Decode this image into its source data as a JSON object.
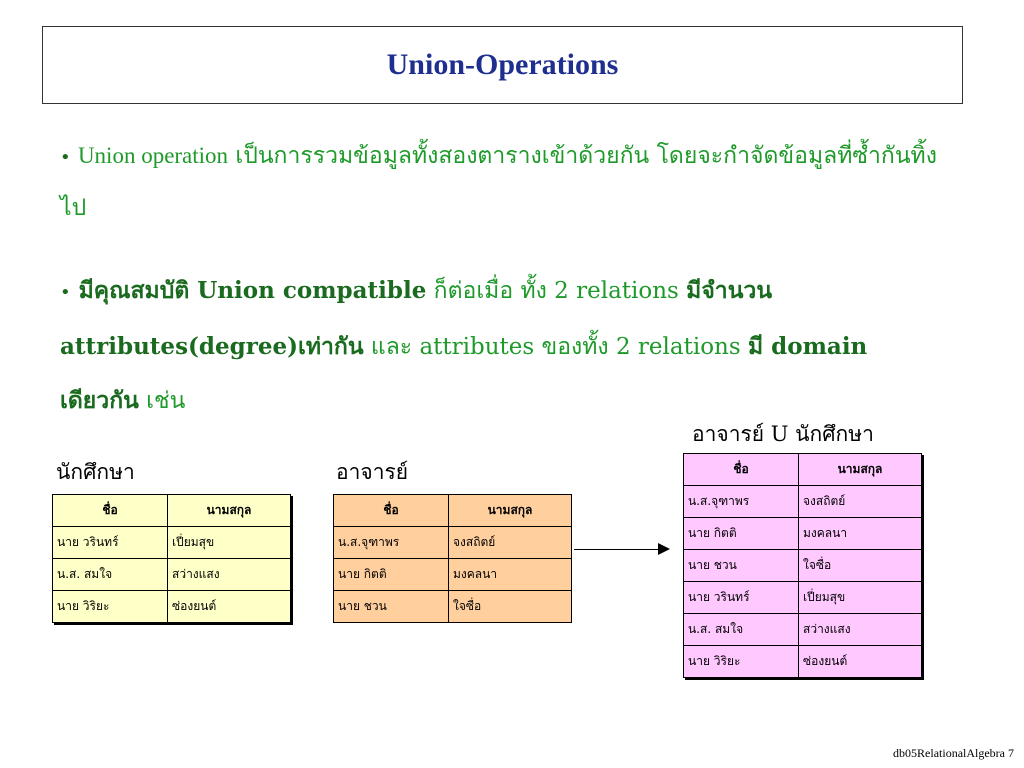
{
  "title": "Union-Operations",
  "para1": {
    "bullet": "•",
    "en": "Union operation",
    "th": " เป็นการรวมข้อมูลทั้งสองตารางเข้าด้วยกัน โดยจะกำจัดข้อมูลที่ซ้ำกันทิ้งไป"
  },
  "para2": {
    "bullet": "•",
    "p1": " มีคุณสมบัติ Union compatible",
    "p2": " ก็ต่อเมื่อ ทั้ง 2 relations ",
    "p3": "มีจำนวน attributes(degree)เท่ากัน",
    "p4": " และ attributes ของทั้ง 2 relations ",
    "p5": "มี domain เดียวกัน",
    "p6": " เช่น"
  },
  "students": {
    "label": "นักศึกษา",
    "headers": [
      "ชื่อ",
      "นามสกุล"
    ],
    "rows": [
      [
        "นาย วรินทร์",
        "เปี่ยมสุข"
      ],
      [
        "น.ส. สมใจ",
        "สว่างแสง"
      ],
      [
        "นาย วิริยะ",
        "ซ่องยนต์"
      ]
    ]
  },
  "teachers": {
    "label": "อาจารย์",
    "headers": [
      "ชื่อ",
      "นามสกุล"
    ],
    "rows": [
      [
        "น.ส.จุฑาพร",
        "จงสถิตย์"
      ],
      [
        "นาย กิตติ",
        "มงคลนา"
      ],
      [
        "นาย ชวน",
        "ใจซื่อ"
      ]
    ]
  },
  "union": {
    "label": "อาจารย์ U นักศึกษา",
    "headers": [
      "ชื่อ",
      "นามสกุล"
    ],
    "rows": [
      [
        "น.ส.จุฑาพร",
        "จงสถิตย์"
      ],
      [
        "นาย กิตติ",
        "มงคลนา"
      ],
      [
        "นาย ชวน",
        "ใจซื่อ"
      ],
      [
        "นาย วรินทร์",
        "เปี่ยมสุข"
      ],
      [
        "น.ส. สมใจ",
        "สว่างแสง"
      ],
      [
        "นาย วิริยะ",
        "ซ่องยนต์"
      ]
    ]
  },
  "footer": "db05RelationalAlgebra 7",
  "colors": {
    "title": "#1f2f8f",
    "text_green": "#1e9a2a",
    "students_bg": "#ffffc8",
    "teachers_bg": "#ffcf9e",
    "union_bg": "#ffc8ff"
  }
}
